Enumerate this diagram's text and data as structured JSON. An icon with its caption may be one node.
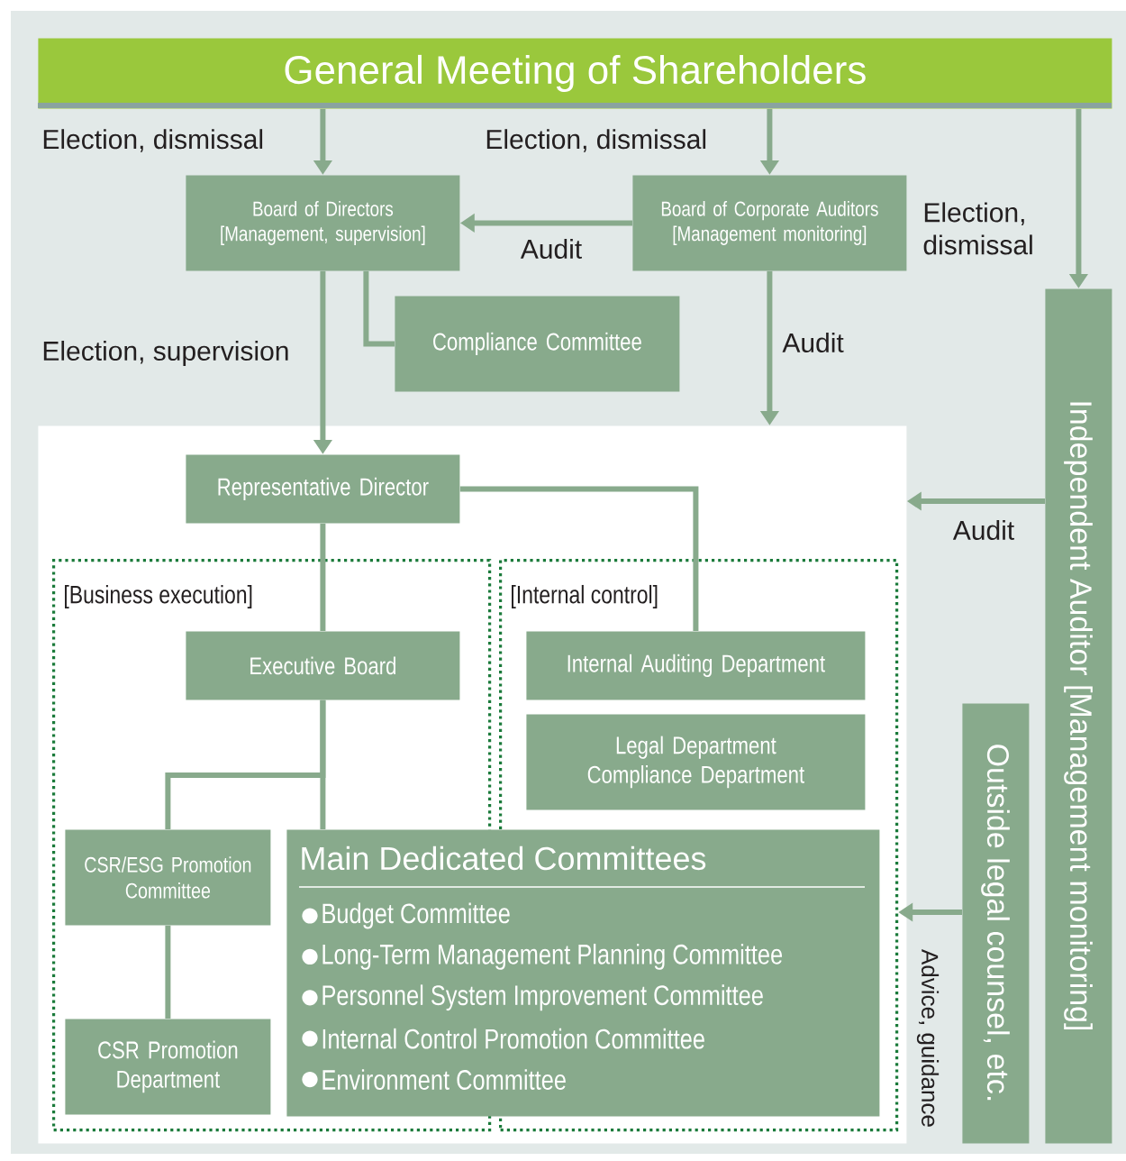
{
  "diagram": {
    "nodes": [
      {
        "text": [
          "General Meeting of Shareholders"
        ]
      },
      {
        "text": [
          "Board of Directors",
          "[Management, supervision]"
        ]
      },
      {
        "text": [
          "Board of Corporate Auditors",
          "[Management monitoring]"
        ]
      },
      {
        "text": [
          "Compliance Committee"
        ]
      },
      {
        "text": [
          "Independent Auditor [Management monitoring]"
        ]
      },
      {
        "text": [],
        "shape": "box"
      },
      {
        "text": [
          "Representative Director"
        ],
        "in": 5
      },
      {
        "text": [
          "[Business execution]"
        ],
        "in": 5
      },
      {
        "text": [
          "[Internal control]"
        ],
        "in": 5
      },
      {
        "text": [
          "Executive Board"
        ],
        "in": 7
      },
      {
        "text": [
          "Internal Auditing Department"
        ],
        "in": 8
      },
      {
        "text": [
          "Legal Department",
          "Compliance Department"
        ],
        "in": 8
      },
      {
        "text": [
          "CSR/ESG Promotion Committee"
        ],
        "in": 7
      },
      {
        "text": [
          "CSR Promotion Department"
        ],
        "in": 7
      },
      {
        "text": [
          "Main Dedicated Committees",
          "Budget Committee",
          "Long-Term Management Planning Committee",
          "Personnel System Improvement Committee",
          "Internal Control Promotion Committee",
          "Environment Committee"
        ],
        "in": 5
      },
      {
        "text": [
          "Outside legal counsel, etc."
        ]
      }
    ],
    "edges": [
      {
        "from": 0,
        "to": 1,
        "arrow": "to",
        "label": "Election, dismissal"
      },
      {
        "from": 0,
        "to": 2,
        "arrow": "to",
        "label": "Election, dismissal"
      },
      {
        "from": 0,
        "to": 4,
        "arrow": "to",
        "label": "Election, dismissal"
      },
      {
        "from": 2,
        "to": 1,
        "arrow": "to",
        "label": "Audit"
      },
      {
        "from": 1,
        "to": 3,
        "arrow": "none"
      },
      {
        "from": 1,
        "to": 6,
        "arrow": "to",
        "label": "Election, supervision"
      },
      {
        "from": 2,
        "to": 5,
        "arrow": "to",
        "label": "Audit"
      },
      {
        "from": 4,
        "to": 5,
        "arrow": "to",
        "label": "Audit"
      },
      {
        "from": 6,
        "to": 9,
        "arrow": "none"
      },
      {
        "from": 6,
        "to": 10,
        "arrow": "none"
      },
      {
        "from": 9,
        "to": 14,
        "arrow": "none"
      },
      {
        "from": 9,
        "to": 12,
        "arrow": "none"
      },
      {
        "from": 12,
        "to": 13,
        "arrow": "none"
      },
      {
        "from": 15,
        "to": 8,
        "arrow": "to",
        "label": "Advice, guidance"
      }
    ]
  }
}
